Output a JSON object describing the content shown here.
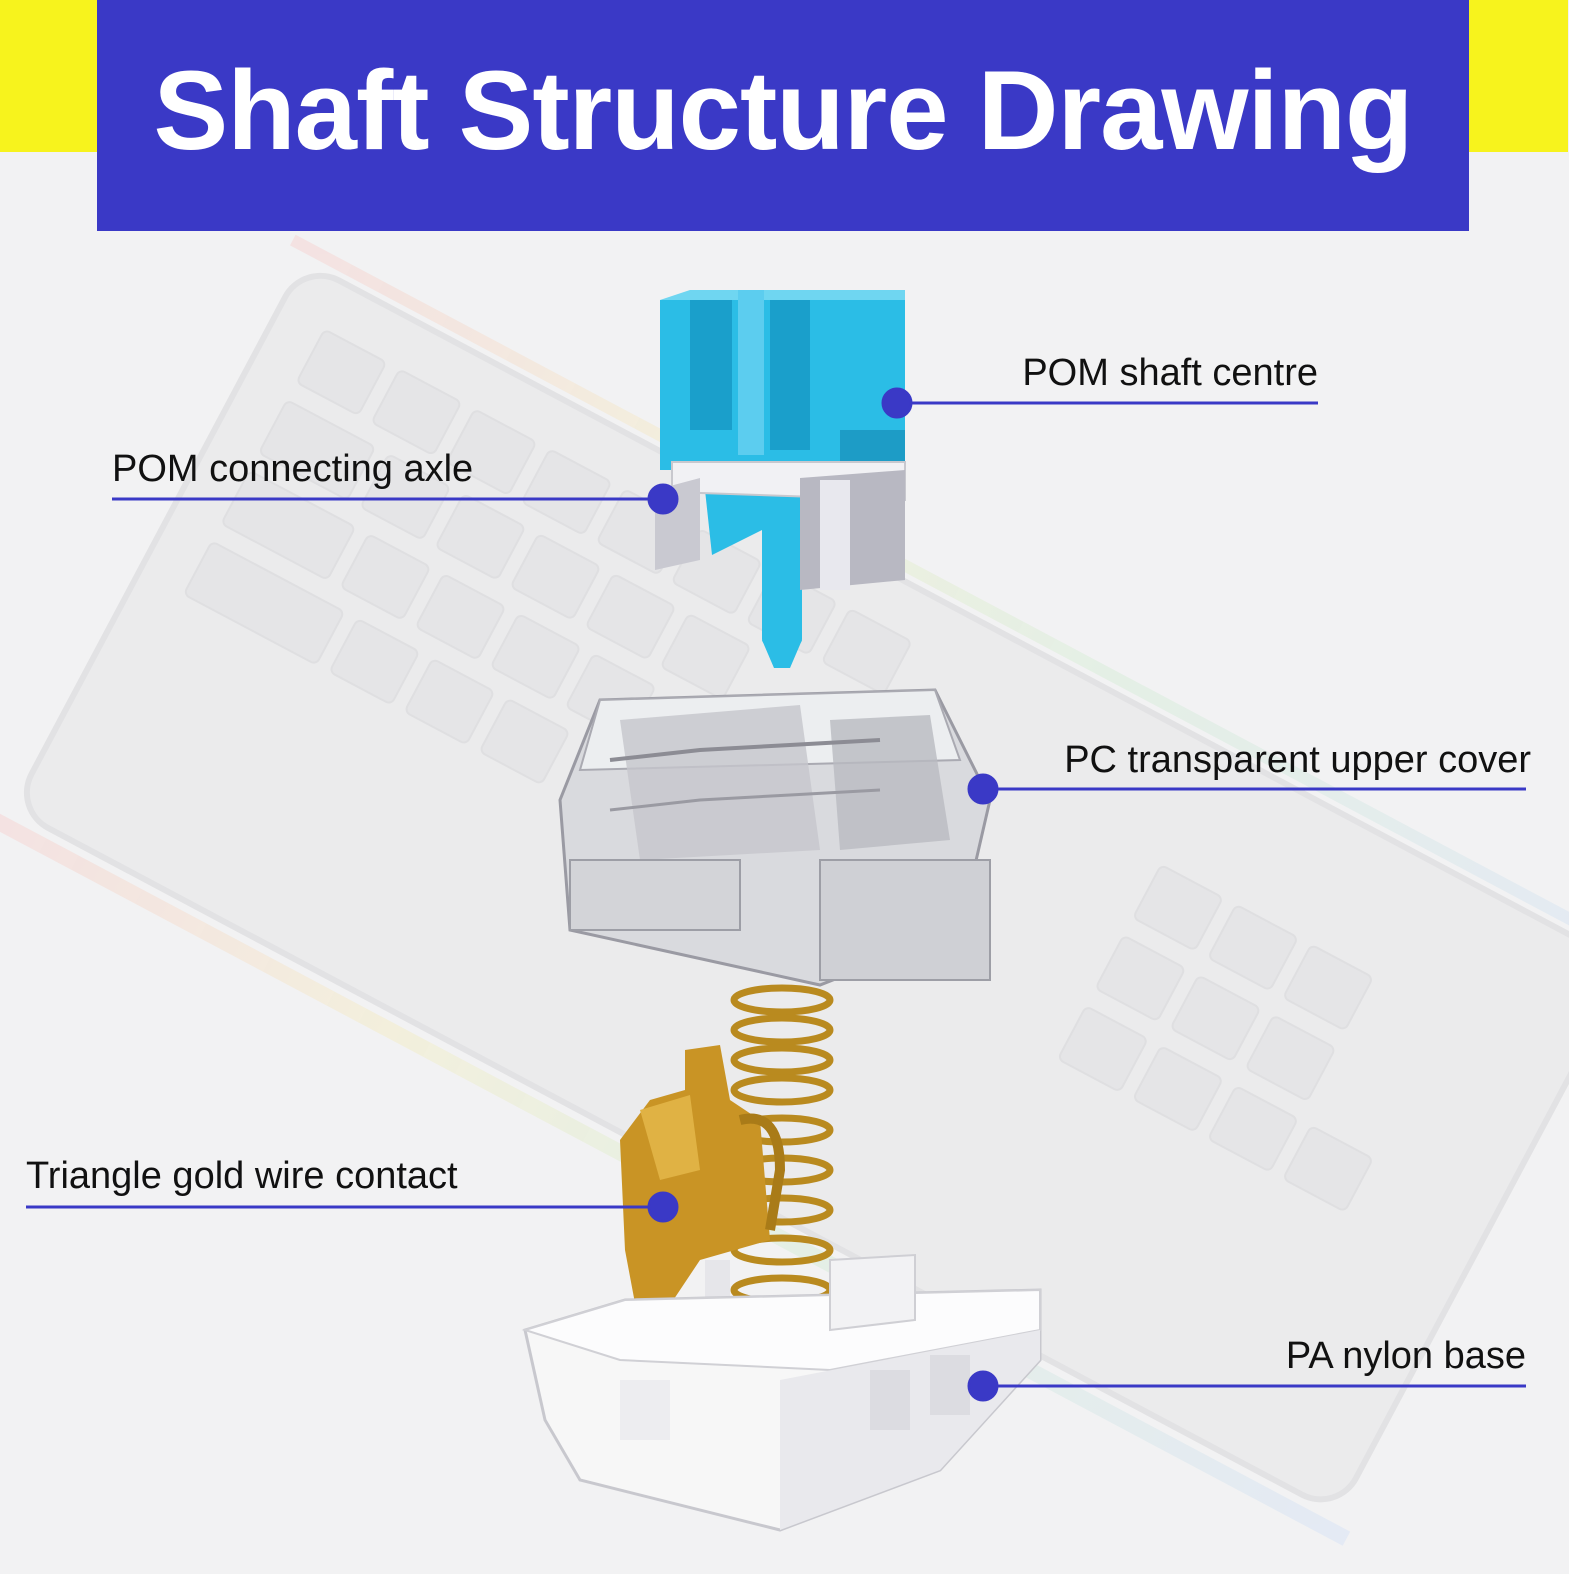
{
  "title": "Shaft Structure Drawing",
  "colors": {
    "banner": "#3a39c6",
    "accent_yellow": "#f7f31d",
    "callout": "#3a39c6",
    "stem_blue": "#2bbde6",
    "gold": "#c99425",
    "base_white": "#f7f7f7"
  },
  "callouts": {
    "shaft_centre": "POM shaft centre",
    "connecting_axle": "POM connecting axle",
    "upper_cover": "PC transparent upper cover",
    "gold_contact": "Triangle gold wire contact",
    "nylon_base": "PA nylon base"
  }
}
